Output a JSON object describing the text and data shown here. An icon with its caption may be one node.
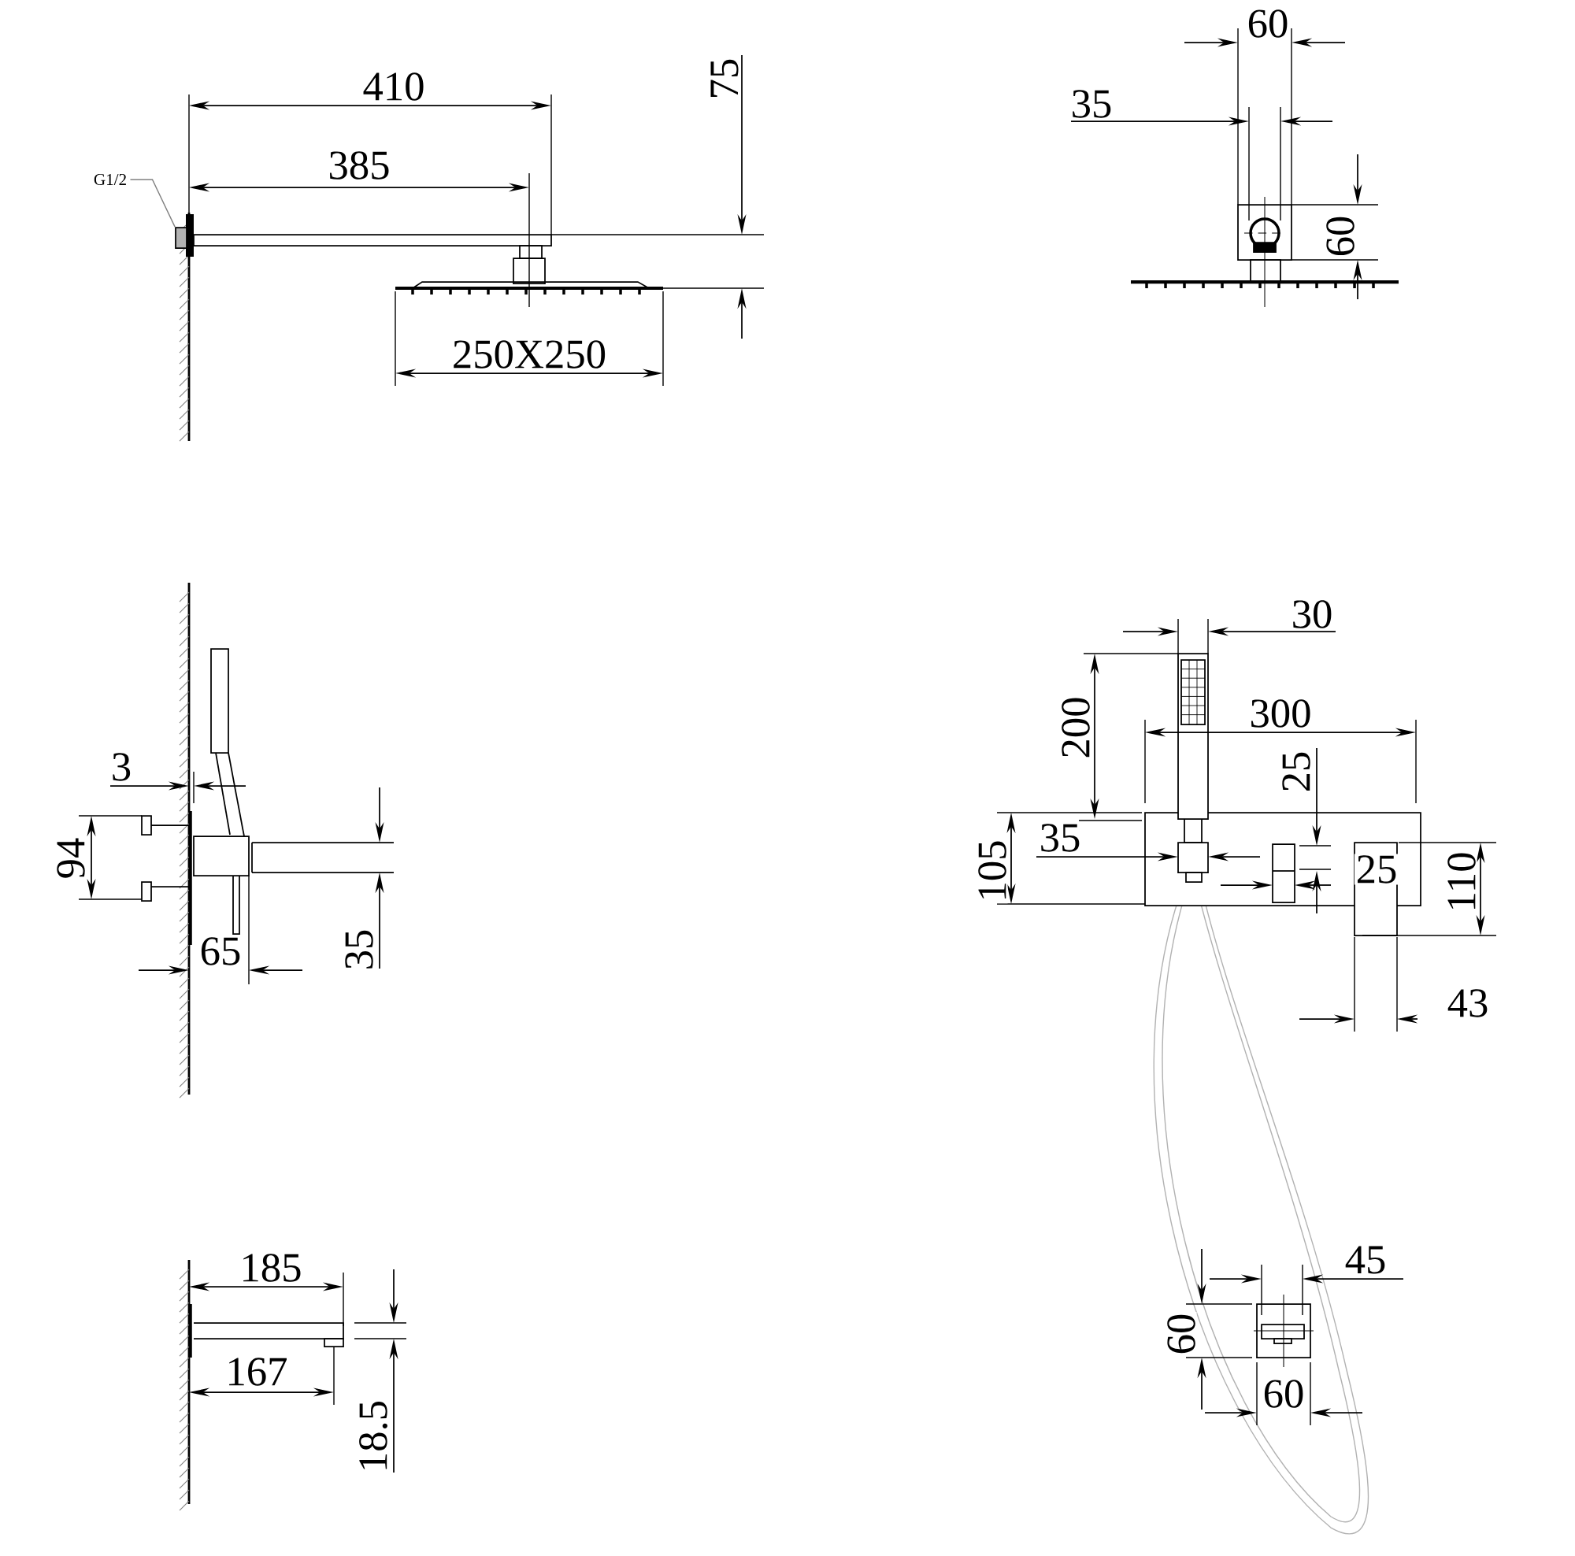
{
  "diagram": {
    "nodes": [
      {
        "text": [
          "G1/2"
        ]
      },
      {
        "text": [],
        "shape": "box"
      }
    ],
    "edges": [
      {
        "from": 0,
        "to": 1,
        "arrow": "none"
      }
    ],
    "labels": [
      "410",
      "75",
      "60",
      "385",
      "35",
      "60",
      "250X250",
      "30",
      "200",
      "300",
      "3",
      "25",
      "94",
      "105",
      "35",
      "25",
      "110",
      "65",
      "35",
      "43",
      "185",
      "45",
      "60",
      "167",
      "60",
      "18.5"
    ]
  }
}
